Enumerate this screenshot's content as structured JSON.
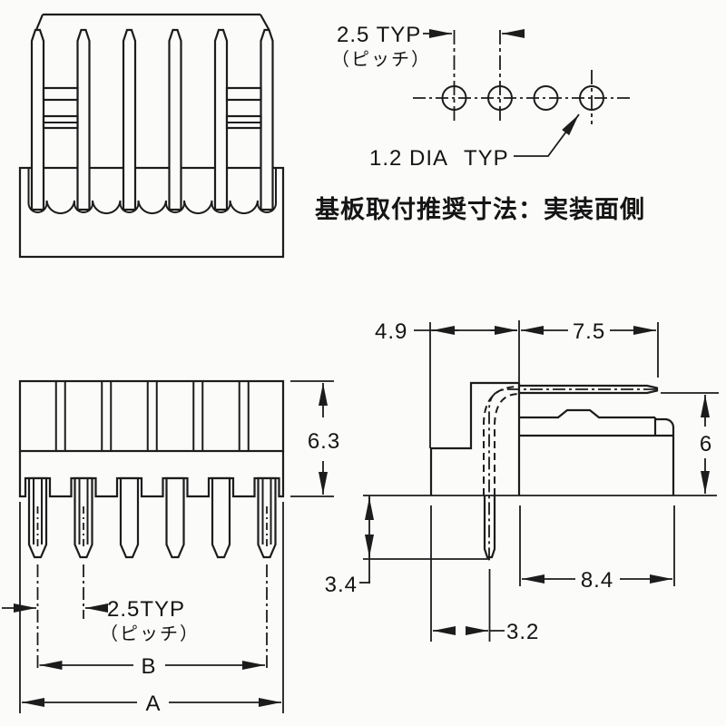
{
  "caption": "基板取付推奨寸法：実装面側",
  "ink_color": "#1c1c1c",
  "paper_color": "#fbfbfa",
  "pcb_view": {
    "pitch_label": "2.5 TYP",
    "pitch_note": "（ピッチ）",
    "hole_dia_label": "1.2 DIA",
    "hole_dia_typ": "TYP",
    "hole_count": 4
  },
  "front_view": {
    "body_height": "6.3",
    "pitch_label": "2.5TYP",
    "pitch_note": "（ピッチ）",
    "pin_span_label": "B",
    "overall_width_label": "A",
    "pin_count": 6
  },
  "side_view": {
    "back_to_face": "4.9",
    "pin_length": "7.5",
    "mating_height": "6",
    "tail_length": "3.4",
    "body_depth": "8.4",
    "back_to_tail": "3.2"
  }
}
